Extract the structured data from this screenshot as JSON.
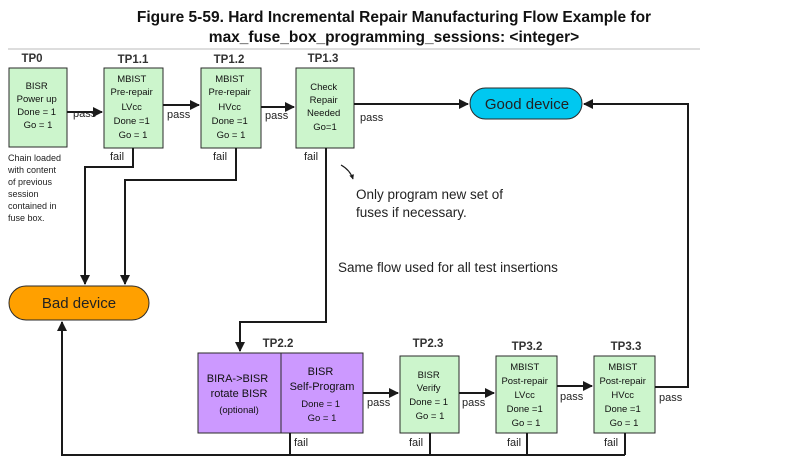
{
  "title_line1": "Figure 5-59. Hard Incremental Repair Manufacturing Flow Example for",
  "title_line2": "max_fuse_box_programming_sessions: <integer>",
  "colors": {
    "green": "#ccf5cc",
    "purple": "#cc99ff",
    "cyan": "#00c8f0",
    "orange": "#ffa000"
  },
  "nodes": {
    "tp0": {
      "label": "TP0",
      "lines": [
        "BISR",
        "Power up",
        "Done = 1",
        "Go = 1"
      ]
    },
    "tp11": {
      "label": "TP1.1",
      "lines": [
        "MBIST",
        "Pre-repair",
        "LVcc",
        "Done =1",
        "Go = 1"
      ]
    },
    "tp12": {
      "label": "TP1.2",
      "lines": [
        "MBIST",
        "Pre-repair",
        "HVcc",
        "Done =1",
        "Go = 1"
      ]
    },
    "tp13": {
      "label": "TP1.3",
      "lines": [
        "Check",
        "Repair",
        "Needed",
        "Go=1"
      ]
    },
    "tp22": {
      "label": "TP2.2",
      "left_lines": [
        "BIRA->BISR",
        "rotate BISR",
        "(optional)"
      ],
      "right_lines": [
        "BISR",
        "Self-Program",
        "Done = 1",
        "Go = 1"
      ]
    },
    "tp23": {
      "label": "TP2.3",
      "lines": [
        "BISR",
        "Verify",
        "Done = 1",
        "Go = 1"
      ]
    },
    "tp32": {
      "label": "TP3.2",
      "lines": [
        "MBIST",
        "Post-repair",
        "LVcc",
        "Done =1",
        "Go = 1"
      ]
    },
    "tp33": {
      "label": "TP3.3",
      "lines": [
        "MBIST",
        "Post-repair",
        "HVcc",
        "Done =1",
        "Go = 1"
      ]
    }
  },
  "good_device": "Good device",
  "bad_device": "Bad device",
  "pass_label": "pass",
  "fail_label": "fail",
  "chain_note": [
    "Chain loaded",
    "with content",
    "of previous",
    "session",
    "contained in",
    "fuse box."
  ],
  "annotation_fuses": [
    "Only program new set of",
    "fuses if necessary."
  ],
  "annotation_flow": "Same flow used for all test insertions"
}
